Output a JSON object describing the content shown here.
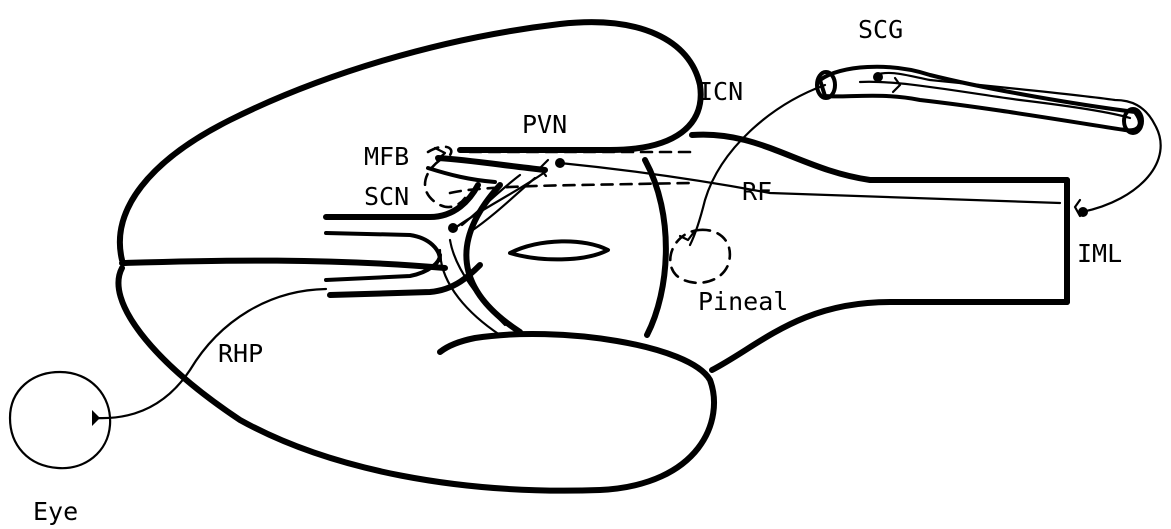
{
  "labels": {
    "scg": "SCG",
    "icn": "ICN",
    "pvn": "PVN",
    "mfb": "MFB",
    "scn": "SCN",
    "rf": "RF",
    "iml": "IML",
    "pineal": "Pineal",
    "rhp": "RHP",
    "eye": "Eye"
  }
}
